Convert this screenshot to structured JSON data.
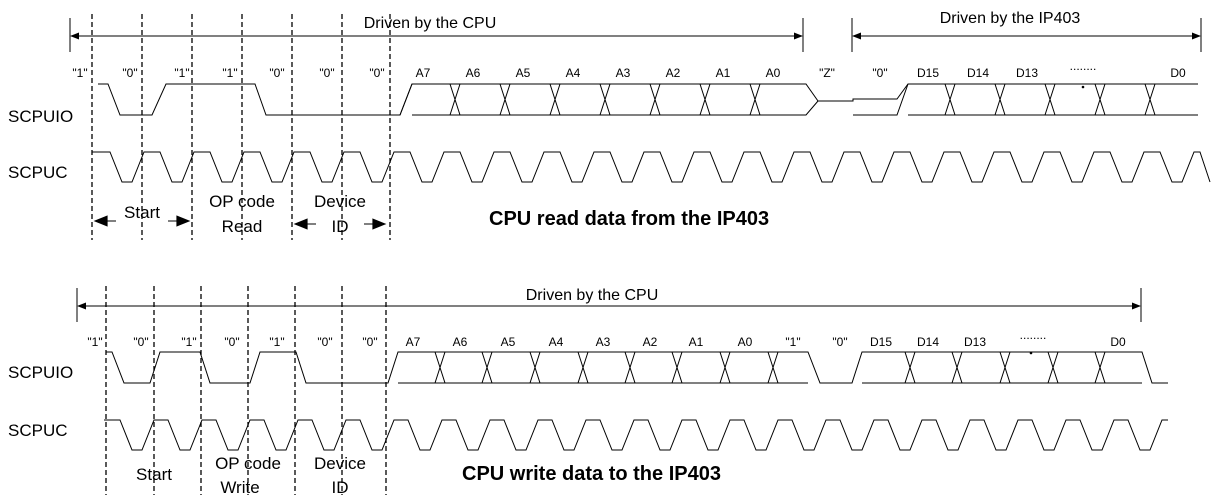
{
  "read_diagram": {
    "driven_cpu": "Driven by the CPU",
    "driven_ip": "Driven by the IP403",
    "signal_io": "SCPUIO",
    "signal_clk": "SCPUC",
    "bits": [
      "\"1\"",
      "\"0\"",
      "\"1\"",
      "\"1\"",
      "\"0\"",
      "\"0\"",
      "\"0\"",
      "A7",
      "A6",
      "A5",
      "A4",
      "A3",
      "A2",
      "A1",
      "A0",
      "\"Z\"",
      "\"0\"",
      "D15",
      "D14",
      "D13",
      "........",
      "D0"
    ],
    "phase_start": "Start",
    "phase_opcode": "OP code",
    "phase_opcode_sub": "Read",
    "phase_device": "Device",
    "phase_device_sub": "ID",
    "title": "CPU read data from the IP403"
  },
  "write_diagram": {
    "driven_cpu": "Driven by the CPU",
    "signal_io": "SCPUIO",
    "signal_clk": "SCPUC",
    "bits": [
      "\"1\"",
      "\"0\"",
      "\"1\"",
      "\"0\"",
      "\"1\"",
      "\"0\"",
      "\"0\"",
      "A7",
      "A6",
      "A5",
      "A4",
      "A3",
      "A2",
      "A1",
      "A0",
      "\"1\"",
      "\"0\"",
      "D15",
      "D14",
      "D13",
      "........",
      "D0"
    ],
    "phase_start": "Start",
    "phase_opcode": "OP code",
    "phase_opcode_sub": "Write",
    "phase_device": "Device",
    "phase_device_sub": "ID",
    "title": "CPU write data to the IP403"
  }
}
